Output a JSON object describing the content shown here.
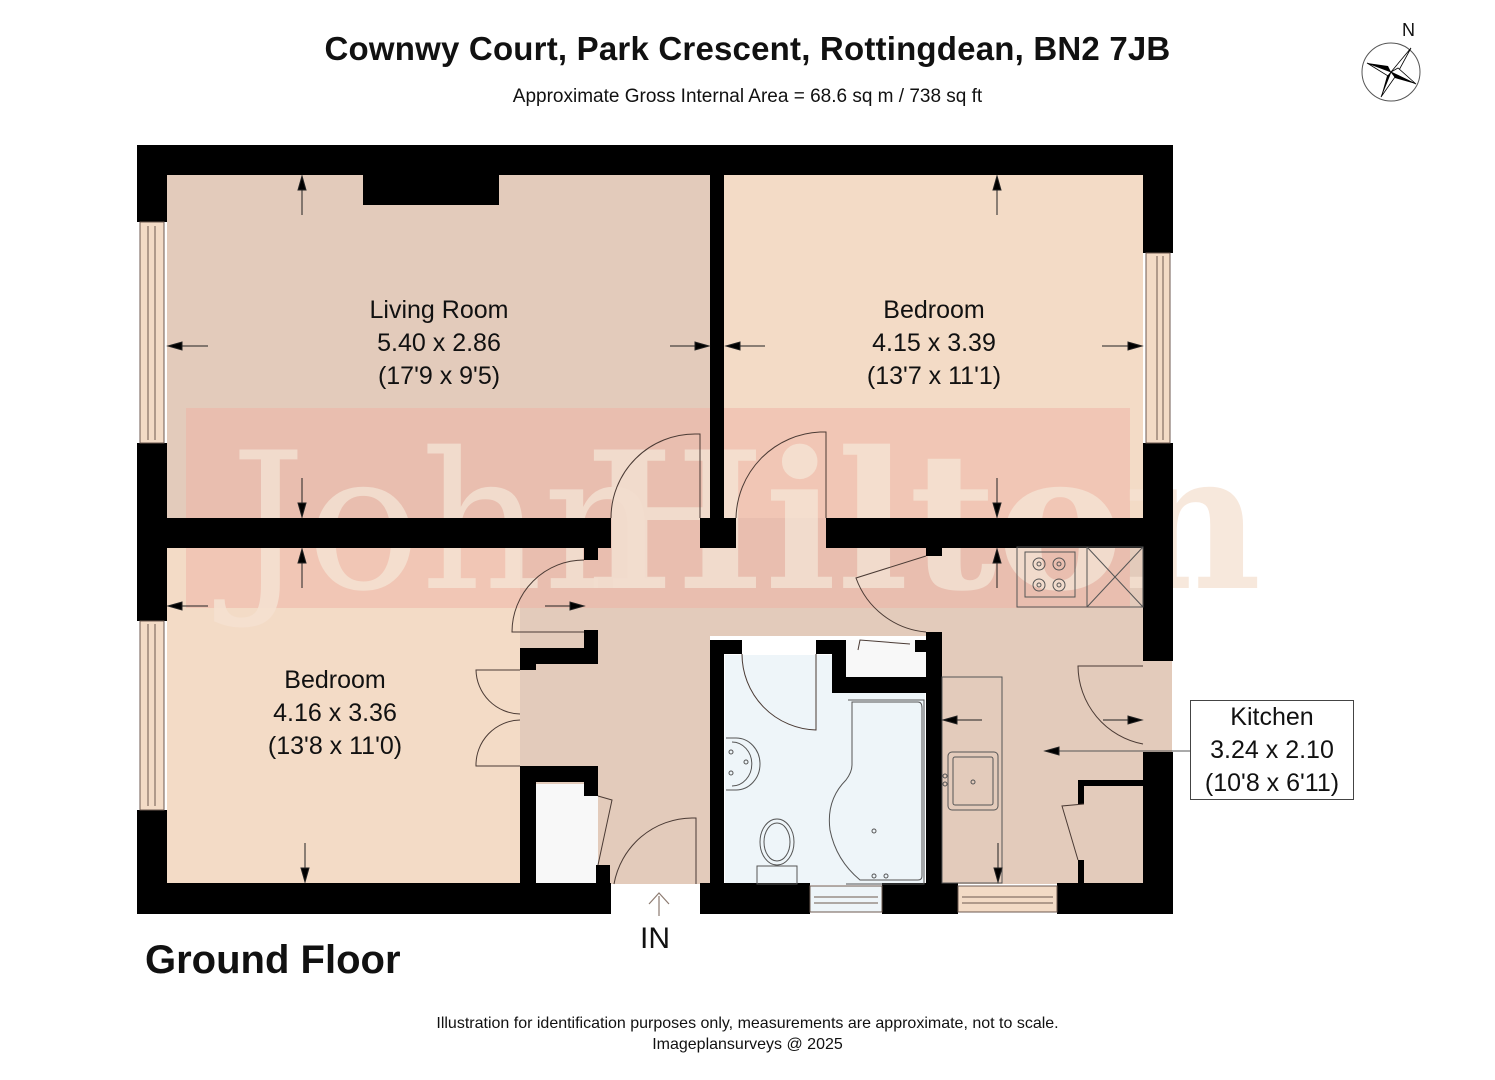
{
  "header": {
    "title": "Cownwy Court, Park Crescent, Rottingdean, BN2 7JB",
    "subtitle": "Approximate Gross Internal Area = 68.6 sq m / 738 sq ft"
  },
  "compass": {
    "icon": "north-compass-rose-icon",
    "label": "N"
  },
  "floor": {
    "name": "Ground Floor",
    "entrance_label": "IN"
  },
  "watermark": {
    "text_light": "John",
    "text_bold": "Hilton",
    "color": "#e8a296"
  },
  "colors": {
    "wall": "#000000",
    "living_room": "#e3cbbb",
    "bedroom": "#f3dbc6",
    "hallway": "#e3cbbb",
    "bathroom": "#eef5f9",
    "cupboard": "#f8f8f8",
    "watermark_band": "#eeaea2"
  },
  "rooms": [
    {
      "id": "living-room",
      "name": "Living Room",
      "metric": "5.40 x 2.86",
      "imperial": "(17'9 x 9'5)"
    },
    {
      "id": "bedroom-1",
      "name": "Bedroom",
      "metric": "4.15 x 3.39",
      "imperial": "(13'7 x 11'1)"
    },
    {
      "id": "bedroom-2",
      "name": "Bedroom",
      "metric": "4.16 x 3.36",
      "imperial": "(13'8 x 11'0)"
    },
    {
      "id": "kitchen",
      "name": "Kitchen",
      "metric": "3.24 x 2.10",
      "imperial": "(10'8 x 6'11)"
    }
  ],
  "footer": {
    "disclaimer": "Illustration for identification purposes only, measurements are approximate, not to scale.",
    "credit": "Imageplansurveys @ 2025"
  }
}
